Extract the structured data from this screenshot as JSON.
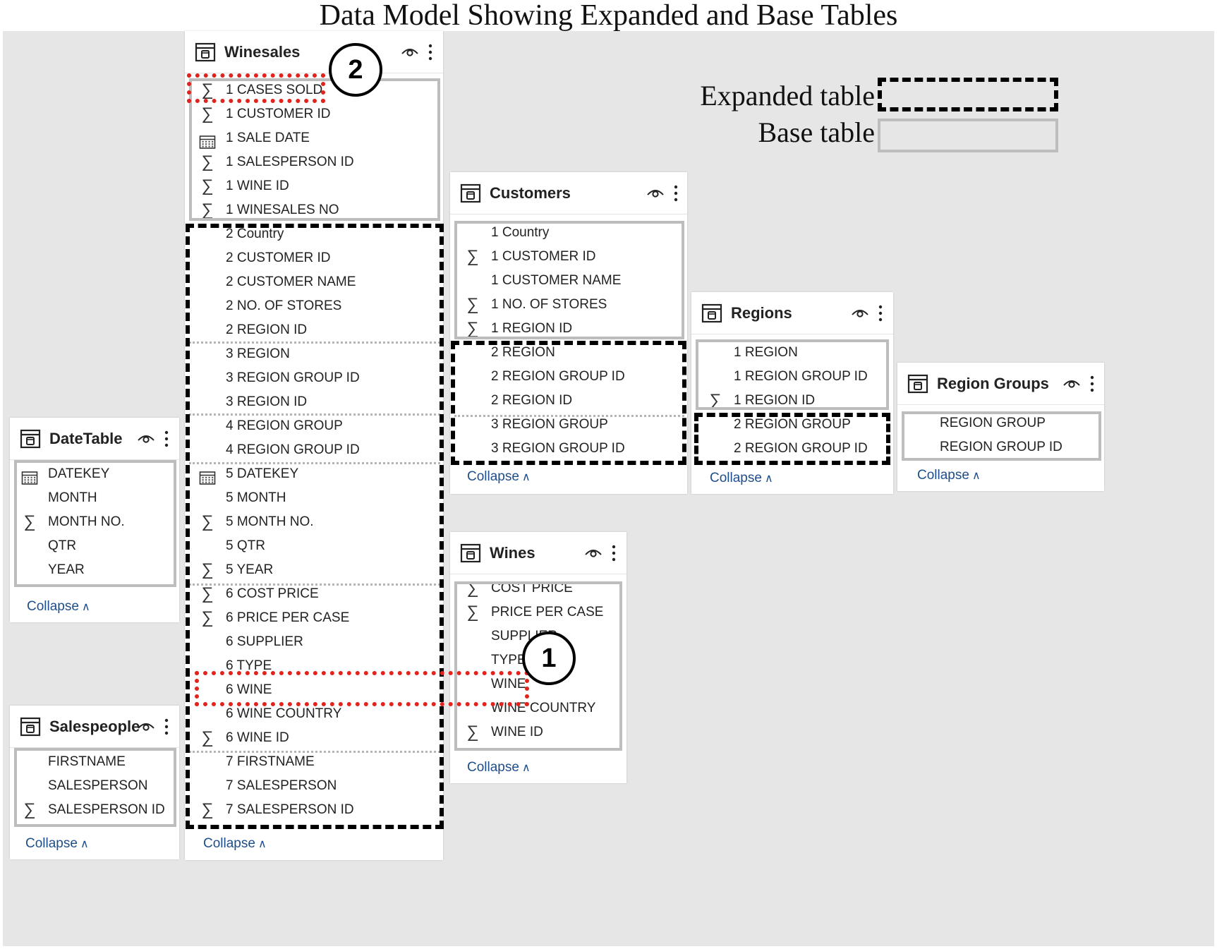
{
  "title": "Data Model Showing Expanded and Base Tables",
  "legend": {
    "expanded_label": "Expanded table",
    "base_label": "Base table"
  },
  "callouts": {
    "one": "1",
    "two": "2"
  },
  "collapse_label": "Collapse",
  "colors": {
    "canvas": "#e6e6e6",
    "expanded_border": "#000000",
    "base_border": "#bdbdbd",
    "highlight": "#e0231c",
    "link": "#1e4e8c"
  },
  "icons": {
    "sum": "sigma-icon",
    "date": "calendar-icon",
    "table": "table-icon",
    "visibility": "eye-icon",
    "menu": "more-vertical-icon",
    "collapse": "chevron-up-icon"
  },
  "tables": {
    "winesales": {
      "name": "Winesales",
      "fields": [
        {
          "label": "1 CASES SOLD",
          "icon": "sum"
        },
        {
          "label": "1 CUSTOMER ID",
          "icon": "sum"
        },
        {
          "label": "1 SALE DATE",
          "icon": "date"
        },
        {
          "label": "1 SALESPERSON ID",
          "icon": "sum"
        },
        {
          "label": "1 WINE ID",
          "icon": "sum"
        },
        {
          "label": "1 WINESALES NO",
          "icon": "sum"
        },
        {
          "label": "2 Country",
          "icon": ""
        },
        {
          "label": "2 CUSTOMER ID",
          "icon": ""
        },
        {
          "label": "2 CUSTOMER NAME",
          "icon": ""
        },
        {
          "label": "2 NO. OF STORES",
          "icon": ""
        },
        {
          "label": "2 REGION ID",
          "icon": ""
        },
        {
          "label": "3 REGION",
          "icon": ""
        },
        {
          "label": "3 REGION GROUP ID",
          "icon": ""
        },
        {
          "label": "3 REGION ID",
          "icon": ""
        },
        {
          "label": "4 REGION GROUP",
          "icon": ""
        },
        {
          "label": "4 REGION GROUP ID",
          "icon": ""
        },
        {
          "label": "5 DATEKEY",
          "icon": "date"
        },
        {
          "label": "5 MONTH",
          "icon": ""
        },
        {
          "label": "5 MONTH NO.",
          "icon": "sum"
        },
        {
          "label": "5 QTR",
          "icon": ""
        },
        {
          "label": "5 YEAR",
          "icon": "sum"
        },
        {
          "label": "6 COST PRICE",
          "icon": "sum"
        },
        {
          "label": "6 PRICE PER CASE",
          "icon": "sum"
        },
        {
          "label": "6 SUPPLIER",
          "icon": ""
        },
        {
          "label": "6 TYPE",
          "icon": ""
        },
        {
          "label": "6 WINE",
          "icon": ""
        },
        {
          "label": "6 WINE COUNTRY",
          "icon": ""
        },
        {
          "label": "6 WINE ID",
          "icon": "sum"
        },
        {
          "label": "7 FIRSTNAME",
          "icon": ""
        },
        {
          "label": "7 SALESPERSON",
          "icon": ""
        },
        {
          "label": "7 SALESPERSON ID",
          "icon": "sum"
        }
      ]
    },
    "customers": {
      "name": "Customers",
      "fields": [
        {
          "label": "1 Country",
          "icon": ""
        },
        {
          "label": "1 CUSTOMER ID",
          "icon": "sum"
        },
        {
          "label": "1 CUSTOMER NAME",
          "icon": ""
        },
        {
          "label": "1 NO. OF STORES",
          "icon": "sum"
        },
        {
          "label": "1 REGION ID",
          "icon": "sum"
        },
        {
          "label": "2 REGION",
          "icon": ""
        },
        {
          "label": "2 REGION GROUP ID",
          "icon": ""
        },
        {
          "label": "2 REGION ID",
          "icon": ""
        },
        {
          "label": "3 REGION GROUP",
          "icon": ""
        },
        {
          "label": "3 REGION GROUP ID",
          "icon": ""
        }
      ]
    },
    "regions": {
      "name": "Regions",
      "fields": [
        {
          "label": "1 REGION",
          "icon": ""
        },
        {
          "label": "1 REGION GROUP ID",
          "icon": ""
        },
        {
          "label": "1 REGION ID",
          "icon": "sum"
        },
        {
          "label": "2 REGION GROUP",
          "icon": ""
        },
        {
          "label": "2 REGION GROUP ID",
          "icon": ""
        }
      ]
    },
    "region_groups": {
      "name": "Region Groups",
      "fields": [
        {
          "label": "REGION GROUP",
          "icon": ""
        },
        {
          "label": "REGION GROUP ID",
          "icon": ""
        }
      ]
    },
    "datetable": {
      "name": "DateTable",
      "fields": [
        {
          "label": "DATEKEY",
          "icon": "date"
        },
        {
          "label": "MONTH",
          "icon": ""
        },
        {
          "label": "MONTH NO.",
          "icon": "sum"
        },
        {
          "label": "QTR",
          "icon": ""
        },
        {
          "label": "YEAR",
          "icon": ""
        }
      ]
    },
    "salespeople": {
      "name": "Salespeople",
      "fields": [
        {
          "label": "FIRSTNAME",
          "icon": ""
        },
        {
          "label": "SALESPERSON",
          "icon": ""
        },
        {
          "label": "SALESPERSON ID",
          "icon": "sum"
        }
      ]
    },
    "wines": {
      "name": "Wines",
      "fields": [
        {
          "label": "COST PRICE",
          "icon": "sum"
        },
        {
          "label": "PRICE PER CASE",
          "icon": "sum"
        },
        {
          "label": "SUPPLIER",
          "icon": ""
        },
        {
          "label": "TYPE",
          "icon": ""
        },
        {
          "label": "WINE",
          "icon": ""
        },
        {
          "label": "WINE COUNTRY",
          "icon": ""
        },
        {
          "label": "WINE ID",
          "icon": "sum"
        }
      ]
    }
  }
}
